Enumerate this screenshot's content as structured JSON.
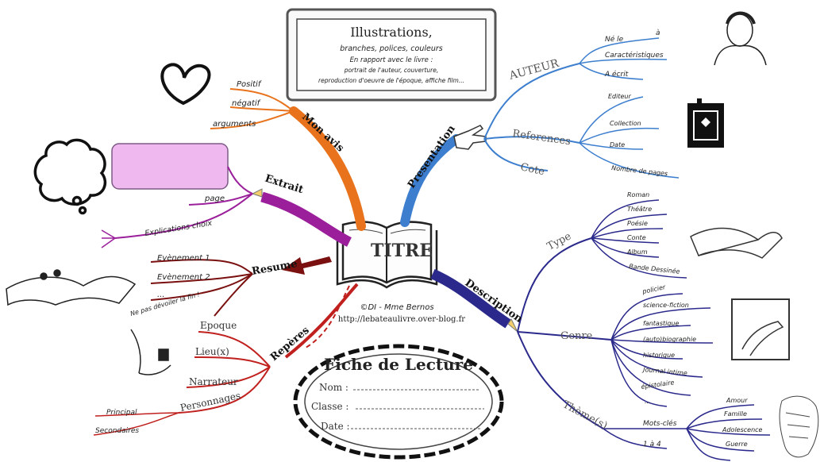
{
  "center": {
    "title": "TITRE"
  },
  "credit": {
    "line1": "©DI - Mme Bernos",
    "line2": "http://lebateaulivre.over-blog.fr"
  },
  "illustrations_box": {
    "title": "Illustrations,",
    "line1": "branches, polices, couleurs",
    "line2": "En rapport avec le livre :",
    "line3": "portrait de l'auteur, couverture,",
    "line4": "reproduction d'oeuvre de l'époque, affiche film..."
  },
  "fiche": {
    "title": "Fiche de Lecture",
    "nom": "Nom :",
    "classe": "Classe :",
    "date": "Date :"
  },
  "branches": {
    "mon_avis": {
      "label": "Mon avis",
      "items": [
        "Positif",
        "négatif",
        "arguments"
      ]
    },
    "extrait": {
      "label": "Extrait",
      "items": [
        "page",
        "Explications choix"
      ]
    },
    "resume": {
      "label": "Resume",
      "items": [
        "Evènement 1",
        "Evènement 2",
        "...",
        "Ne pas dévoiler la fin !"
      ]
    },
    "reperes": {
      "label": "Repères",
      "items": [
        "Epoque",
        "Lieu(x)",
        "Narrateur",
        "Personnages"
      ],
      "sub_personnages": [
        "Principal",
        "Secondaires"
      ]
    },
    "presentation": {
      "label": "Presentation"
    },
    "auteur": {
      "label": "AUTEUR",
      "items": [
        "Né le",
        "à",
        "Caractéristiques",
        "A écrit"
      ]
    },
    "references": {
      "label": "References",
      "items": [
        "Editeur",
        "Collection",
        "Date",
        "Nombre de pages"
      ]
    },
    "cote": {
      "label": "Cote"
    },
    "description": {
      "label": "Description"
    },
    "type": {
      "label": "Type",
      "items": [
        "Roman",
        "Théâtre",
        "Poésie",
        "Conte",
        "Album",
        "Bande Dessinée"
      ]
    },
    "genre": {
      "label": "Genre",
      "items": [
        "policier",
        "science-fiction",
        "fantastique",
        "(auto)biographie",
        "historique",
        "Journal intime",
        "épistolaire",
        "..."
      ]
    },
    "themes": {
      "label": "Thème(s)",
      "items": [
        "Mots-clés",
        "1 à 4"
      ],
      "sub_themes": [
        "Amour",
        "Famille",
        "Adolescence",
        "Guerre"
      ]
    }
  },
  "colors": {
    "mon_avis": "#e8731c",
    "extrait": "#9b1f9b",
    "resume": "#7a1010",
    "reperes": "#c0201e",
    "presentation": "#3d7fce",
    "description": "#2b2a8c"
  },
  "icons": [
    "heart-icon",
    "thought-bubble-icon",
    "pointing-hand-icon",
    "open-book-icon",
    "pencil-icon",
    "arrow-icon"
  ]
}
